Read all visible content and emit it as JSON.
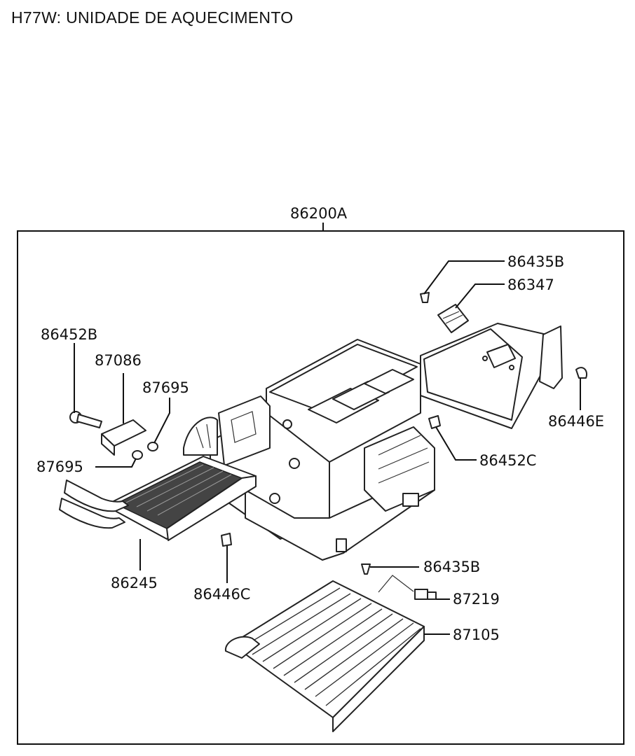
{
  "title": "H77W: UNIDADE DE AQUECIMENTO",
  "labels": {
    "assembly": "86200A",
    "p86435B_top": "86435B",
    "p86347": "86347",
    "p86452B": "86452B",
    "p87086": "87086",
    "p87695_a": "87695",
    "p87695_b": "87695",
    "p86446E": "86446E",
    "p86452C": "86452C",
    "p86245": "86245",
    "p86446C": "86446C",
    "p86435B_bottom": "86435B",
    "p87219": "87219",
    "p87105": "87105"
  }
}
